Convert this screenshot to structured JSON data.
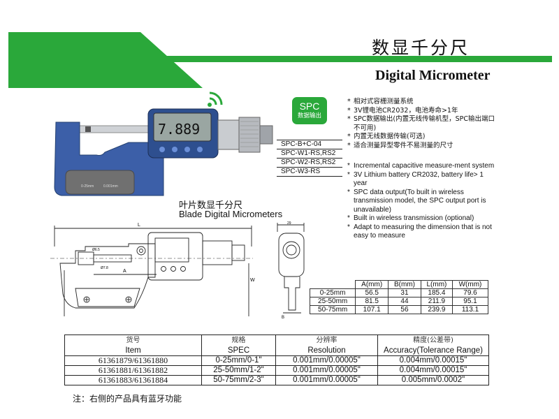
{
  "header": {
    "title_cn": "数显千分尺",
    "title_en": "Digital Micrometer"
  },
  "product_photo": {
    "display_value": "7.889",
    "frame_label_left": "0-25mm",
    "frame_label_right": "0.001mm"
  },
  "spc_badge": {
    "label": "SPC",
    "sublabel": "数据输出"
  },
  "spc_codes": [
    "SPC-B+C-04",
    "SPC-W1-RS,RS2",
    "SPC-W2-RS,RS2",
    "SPC-W3-RS"
  ],
  "features_cn": [
    "相对式容栅测量系统",
    "3V锂电池CR2032，电池寿命>1年",
    "SPC数据输出(内置无线传输机型，SPC输出端口不可用)",
    "内置无线数据传输(可选)",
    "适合测量异型零件不易测量的尺寸"
  ],
  "features_en": [
    "Incremental capacitive measure-ment system",
    "3V Lithium battery CR2032, battery life> 1 year",
    "SPC data output(To built in wireless transmission model, the SPC output port is unavailable)",
    "Built in wireless transmission (optional)",
    "Adapt to measuring the dimension that is not easy to measure"
  ],
  "blade": {
    "title_cn": "叶片数显千分尺",
    "title_en": "Blade Digital Micrometers"
  },
  "drawing": {
    "dim_L": "L",
    "dim_A": "A",
    "dim_W": "W",
    "dim_B": "B",
    "dim_29": "29",
    "dim_phi": "Ø6.5",
    "dim_small": "Ø7.8"
  },
  "dims_table": {
    "headers": [
      "",
      "A(mm)",
      "B(mm)",
      "L(mm)",
      "W(mm)"
    ],
    "rows": [
      [
        "0-25mm",
        "56.5",
        "31",
        "185.4",
        "79.6"
      ],
      [
        "25-50mm",
        "81.5",
        "44",
        "211.9",
        "95.1"
      ],
      [
        "50-75mm",
        "107.1",
        "56",
        "239.9",
        "113.1"
      ]
    ]
  },
  "spec_table": {
    "headers": [
      {
        "cn": "货号",
        "en": "Item"
      },
      {
        "cn": "规格",
        "en": "SPEC"
      },
      {
        "cn": "分辨率",
        "en": "Resolution"
      },
      {
        "cn": "精度(公差带)",
        "en": "Accuracy(Tolerance Range)"
      }
    ],
    "rows": [
      [
        "61361879/61361880",
        "0-25mm/0-1\"",
        "0.001mm/0.00005\"",
        "0.004mm/0.00015\""
      ],
      [
        "61361881/61361882",
        "25-50mm/1-2\"",
        "0.001mm/0.00005\"",
        "0.004mm/0.00015\""
      ],
      [
        "61361883/61361884",
        "50-75mm/2-3\"",
        "0.001mm/0.00005\"",
        "0.005mm/0.0002\""
      ]
    ]
  },
  "note": "注：右侧的产品具有蓝牙功能",
  "colors": {
    "brand_green": "#2aa83a",
    "frame_blue": "#3c5fa8"
  }
}
